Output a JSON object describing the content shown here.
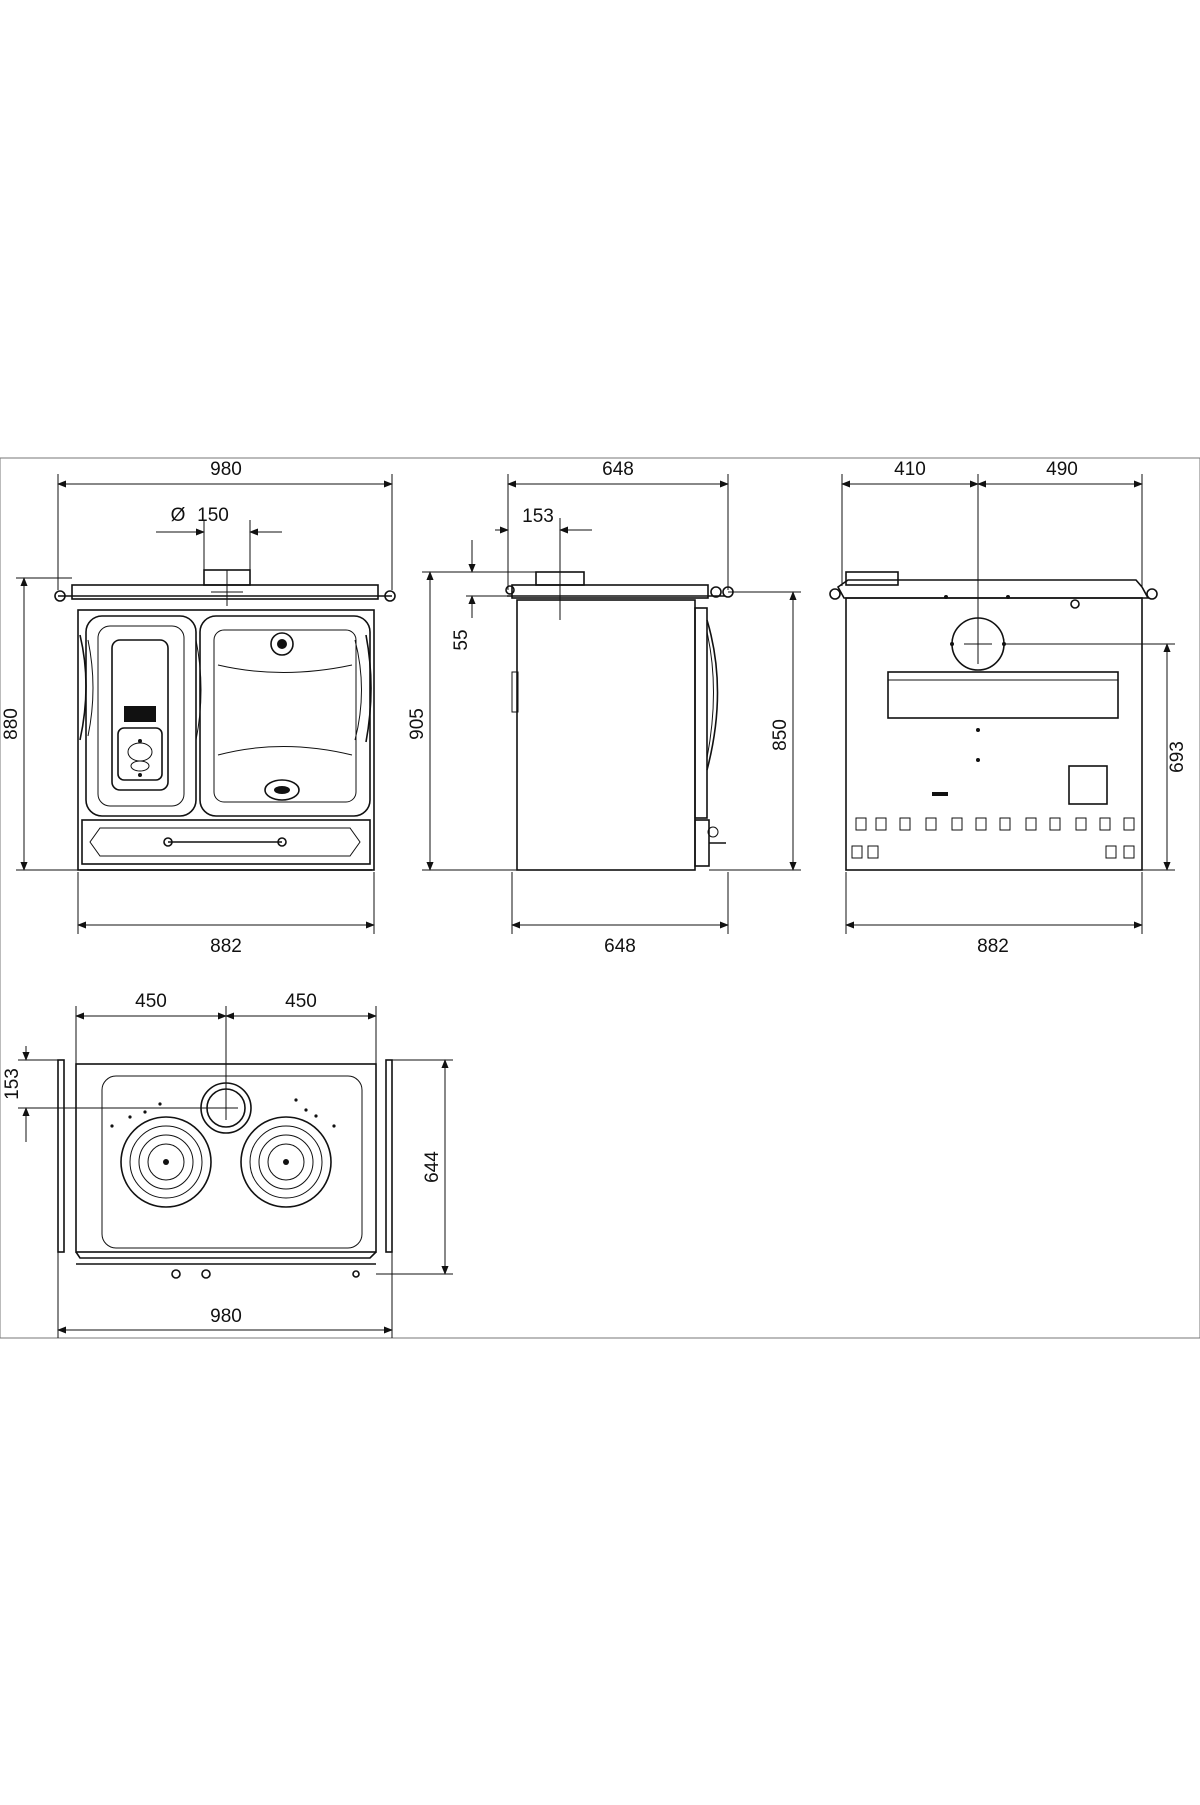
{
  "diagram": {
    "front_view": {
      "overall_width": "980",
      "flue_diameter_symbol": "Ø",
      "flue_diameter": "150",
      "height": "880",
      "base_width": "882"
    },
    "side_view": {
      "depth_top": "648",
      "flue_offset": "153",
      "flue_spacing": "55",
      "total_height": "905",
      "body_height": "850",
      "depth_bottom": "648"
    },
    "rear_view": {
      "left_offset": "410",
      "right_offset": "490",
      "flue_height": "693",
      "base_width": "882"
    },
    "top_view": {
      "left_half": "450",
      "right_half": "450",
      "flue_offset": "153",
      "depth": "644",
      "overall_width": "980"
    }
  }
}
